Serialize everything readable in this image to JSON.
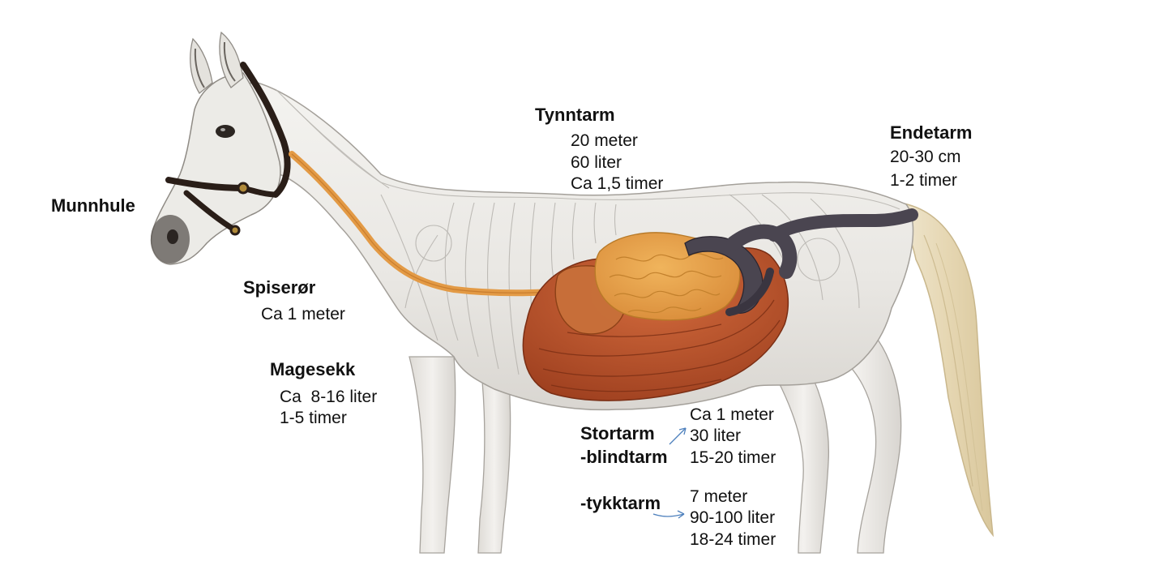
{
  "labels": {
    "munnhule": {
      "title": "Munnhule"
    },
    "spiseror": {
      "title": "Spiserør",
      "lines": [
        "Ca 1 meter"
      ]
    },
    "magesekk": {
      "title": "Magesekk",
      "lines": [
        "Ca  8-16 liter",
        "1-5 timer"
      ]
    },
    "tynntarm": {
      "title": "Tynntarm",
      "lines": [
        "20 meter",
        "60 liter",
        "Ca 1,5 timer"
      ]
    },
    "endetarm": {
      "title": "Endetarm",
      "lines": [
        "20-30 cm",
        "1-2 timer"
      ]
    },
    "stortarm": {
      "title": "Stortarm",
      "blindtarm": {
        "title": "-blindtarm",
        "lines": [
          "Ca 1 meter",
          "30 liter",
          "15-20 timer"
        ]
      },
      "tykktarm": {
        "title": "-tykktarm",
        "lines": [
          "7 meter",
          "90-100 liter",
          "18-24 timer"
        ]
      }
    }
  },
  "colors": {
    "background": "#ffffff",
    "horse_body": "#eceae6",
    "outline": "#9a9a96",
    "esophagus": "#e39a45",
    "small_intestine": "#e8a24a",
    "large_intestine": "#b8502a",
    "stomach": "#c8703a",
    "rectum": "#4a4550",
    "halter": "#2a1e18",
    "tail": "#e8dcc0",
    "arrow": "#4f81bd",
    "text": "#111111"
  }
}
